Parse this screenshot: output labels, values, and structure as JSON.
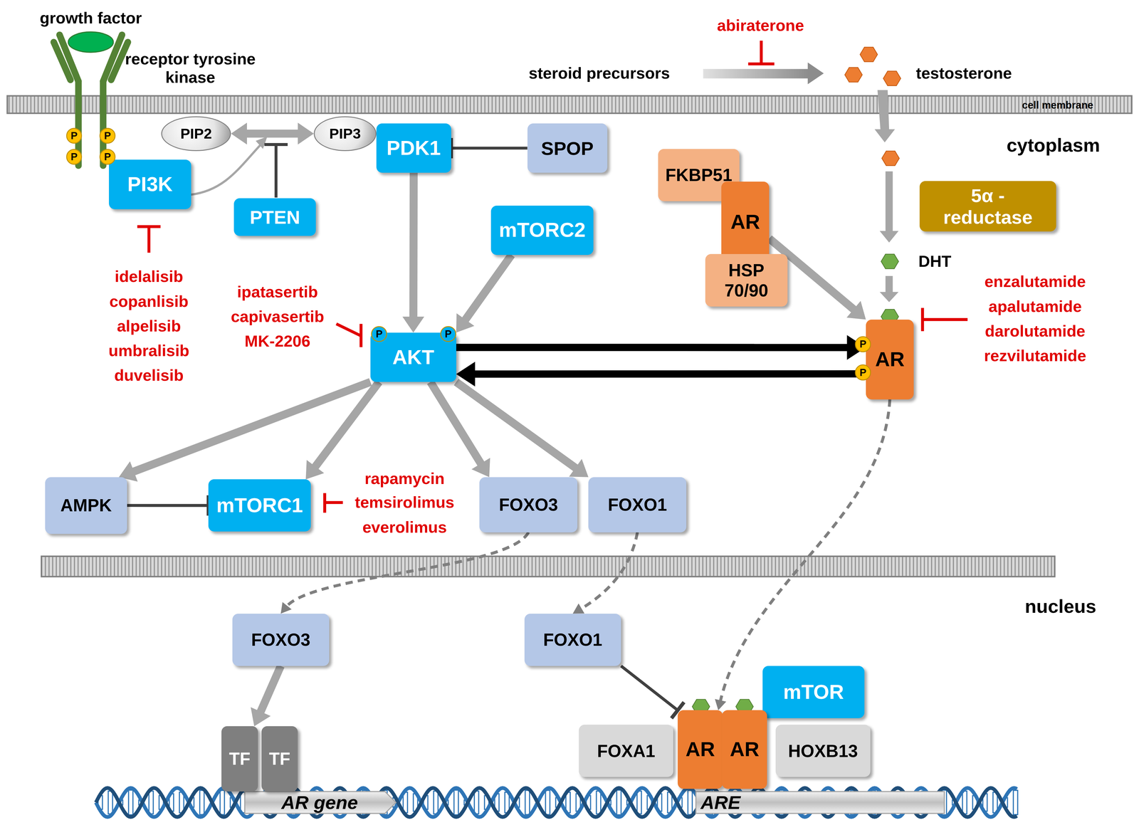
{
  "diagram": {
    "nodes": [
      {
        "text": [
          "PIP2"
        ]
      },
      {
        "text": [
          "PIP3"
        ]
      },
      {
        "text": [
          "PI3K"
        ]
      },
      {
        "text": [
          "PTEN"
        ]
      },
      {
        "text": [
          "PDK1"
        ]
      },
      {
        "text": [
          "SPOP"
        ]
      },
      {
        "text": [
          "mTORC2"
        ]
      },
      {
        "text": [
          "FKBP51"
        ]
      },
      {
        "text": [
          "AR"
        ]
      },
      {
        "text": [
          "HSP 70/90"
        ]
      },
      {
        "text": [
          "5α - reductase"
        ]
      },
      {
        "text": [
          "AKT"
        ]
      },
      {
        "text": [
          "AR"
        ]
      },
      {
        "text": [
          "AMPK"
        ]
      },
      {
        "text": [
          "mTORC1"
        ]
      },
      {
        "text": [
          "FOXO3"
        ]
      },
      {
        "text": [
          "FOXO1"
        ]
      },
      {
        "text": [
          "FOXO3"
        ]
      },
      {
        "text": [
          "FOXO1"
        ]
      },
      {
        "text": [
          "TF"
        ]
      },
      {
        "text": [
          "TF"
        ]
      },
      {
        "text": [
          "mTOR"
        ]
      },
      {
        "text": [
          "FOXA1"
        ]
      },
      {
        "text": [
          "AR"
        ]
      },
      {
        "text": [
          "AR"
        ]
      },
      {
        "text": [
          "HOXB13"
        ]
      }
    ],
    "edges": [
      {
        "from": 0,
        "to": 1,
        "arrow": "both"
      },
      {
        "from": 5,
        "to": 4,
        "arrow": "to"
      },
      {
        "from": 4,
        "to": 11,
        "arrow": "to"
      },
      {
        "from": 6,
        "to": 11,
        "arrow": "to"
      },
      {
        "from": 8,
        "to": 12,
        "arrow": "to"
      },
      {
        "from": 11,
        "to": 12,
        "arrow": "to"
      },
      {
        "from": 12,
        "to": 11,
        "arrow": "to"
      },
      {
        "from": 11,
        "to": 13,
        "arrow": "to"
      },
      {
        "from": 11,
        "to": 14,
        "arrow": "to"
      },
      {
        "from": 11,
        "to": 15,
        "arrow": "to"
      },
      {
        "from": 11,
        "to": 16,
        "arrow": "to"
      },
      {
        "from": 13,
        "to": 14,
        "arrow": "to"
      },
      {
        "from": 15,
        "to": 17,
        "arrow": "to"
      },
      {
        "from": 16,
        "to": 18,
        "arrow": "to"
      },
      {
        "from": 17,
        "to": 19,
        "arrow": "to"
      },
      {
        "from": 18,
        "to": 23,
        "arrow": "to"
      },
      {
        "from": 12,
        "to": 23,
        "arrow": "to"
      }
    ],
    "labels": [
      "growth factor",
      "receptor tyrosine kinase",
      "abiraterone",
      "steroid precursors",
      "testosterone",
      "cell membrane",
      "cytoplasm",
      "P",
      "P",
      "P",
      "P",
      "idelalisib",
      "copanlisib",
      "alpelisib",
      "umbralisib",
      "duvelisib",
      "ipatasertib",
      "capivasertib",
      "MK-2206",
      "P",
      "P",
      "DHT",
      "P",
      "P",
      "enzalutamide",
      "apalutamide",
      "darolutamide",
      "rezvilutamide",
      "rapamycin",
      "temsirolimus",
      "everolimus",
      "nucleus",
      "AR gene",
      "ARE"
    ]
  }
}
